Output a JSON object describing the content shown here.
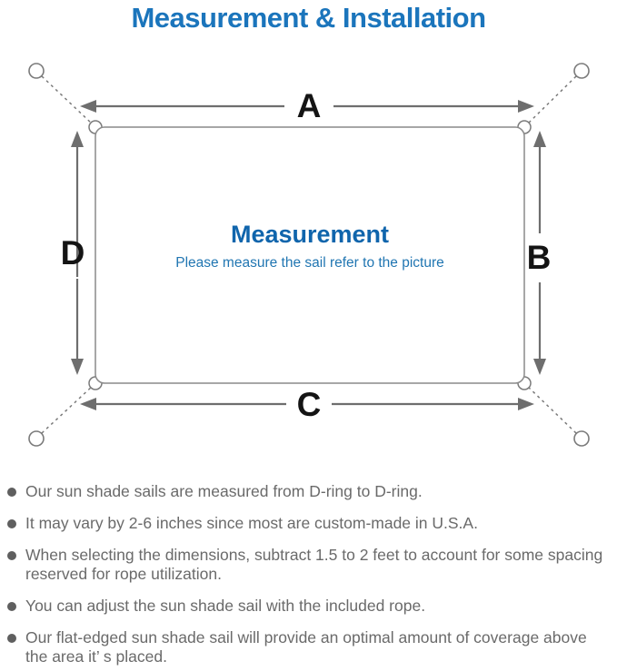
{
  "title": "Measurement & Installation",
  "diagram": {
    "labels": {
      "top": "A",
      "right": "B",
      "bottom": "C",
      "left": "D"
    },
    "center_title": "Measurement",
    "center_subtitle": "Please measure the sail refer to the picture"
  },
  "colors": {
    "title_blue": "#1b75bc",
    "center_blue": "#1065ac",
    "subtitle_blue": "#2176b2",
    "arrow_gray": "#6e6e6e",
    "border_gray": "#8a8a8a",
    "label_black": "#141414",
    "bullet_gray": "#6a6a6a"
  },
  "bullets": [
    {
      "lines": [
        "Our sun shade sails are measured from D-ring to D-ring."
      ]
    },
    {
      "lines": [
        "It may vary by 2-6 inches since most are custom-made in U.S.A."
      ]
    },
    {
      "lines": [
        "When selecting the dimensions, subtract 1.5 to 2 feet to account for some spacing",
        "reserved for rope utilization."
      ]
    },
    {
      "lines": [
        "You can adjust the sun shade sail with the included rope."
      ]
    },
    {
      "lines": [
        "Our flat-edged sun shade sail will provide an optimal amount of coverage above",
        "the area it’ s placed."
      ]
    }
  ]
}
